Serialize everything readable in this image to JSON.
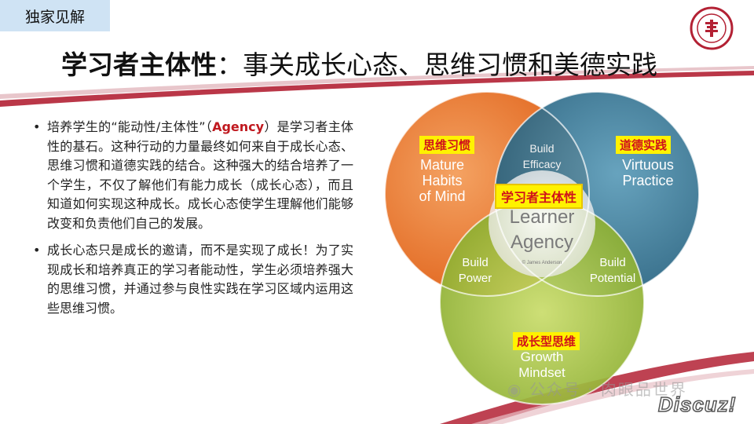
{
  "tag": {
    "label": "独家见解"
  },
  "title": {
    "main": "学习者主体性",
    "sub": "：事关成长心态、思维习惯和美德实践"
  },
  "bullets": [
    {
      "p1": "培养学生的“能动性/主体性”（",
      "agency": "Agency",
      "p2": "）是学习者主体性的基石。这种行动的力量最终如何来自于成长心态、思维习惯和道德实践的结合。这种强大的结合培养了一个学生，不仅了解他们有能力成长（成长心态），而且知道如何实现这种成长。成长心态使学生理解他们能够改变和负责他们自己的发展。"
    },
    {
      "p1": "成长心态只是成长的邀请，而不是实现了成长！为了实现成长和培养真正的学习者能动性，学生必须培养强大的思维习惯，并通过参与良性实践在学习区域内运用这些思维习惯。"
    }
  ],
  "venn": {
    "left": {
      "cn": "思维习惯",
      "en1": "Mature",
      "en2": "Habits",
      "en3": "of Mind",
      "color": "#ee7b2e"
    },
    "right": {
      "cn": "道德实践",
      "en1": "Virtuous",
      "en2": "Practice",
      "color": "#2f7494"
    },
    "bottom": {
      "cn": "成长型思维",
      "en1": "Growth",
      "en2": "Mindset",
      "color": "#9cbc33"
    },
    "top_overlap": {
      "l1": "Build",
      "l2": "Efficacy"
    },
    "left_overlap": {
      "l1": "Build",
      "l2": "Power"
    },
    "right_overlap": {
      "l1": "Build",
      "l2": "Potential"
    },
    "center": {
      "cn": "学习者主体性",
      "en1": "Learner",
      "en2": "Agency",
      "credit": "© James Anderson"
    }
  },
  "watermark": {
    "text": "公众号 · 肉眼品世界"
  },
  "discuz": {
    "text": "Discuz!"
  },
  "colors": {
    "swoosh": "#b32134",
    "tag_bg": "#cfe3f4",
    "label_bg": "#fff200",
    "label_text": "#d0121b"
  }
}
